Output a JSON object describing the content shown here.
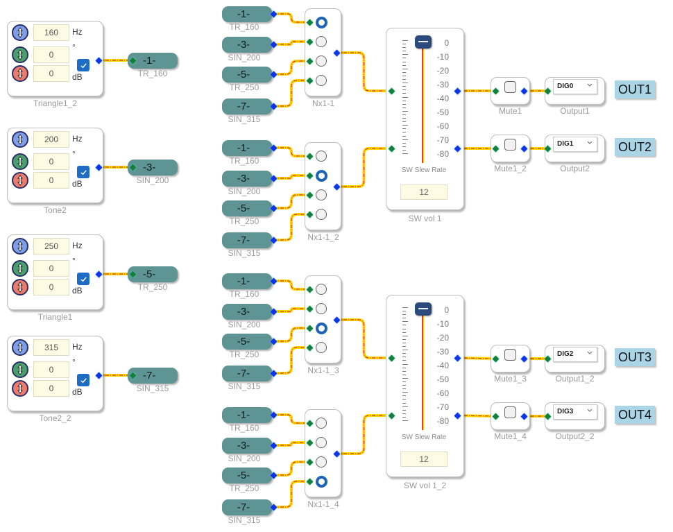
{
  "generators": [
    {
      "name": "Triangle1_2",
      "freq": "160",
      "phase": "0",
      "gain": "0",
      "enabled": true,
      "freq_unit": "Hz",
      "phase_unit": "°",
      "gain_unit": "dB",
      "bus": {
        "label": "-1-",
        "name": "TR_160"
      }
    },
    {
      "name": "Tone2",
      "freq": "200",
      "phase": "0",
      "gain": "0",
      "enabled": true,
      "freq_unit": "Hz",
      "phase_unit": "°",
      "gain_unit": "dB",
      "bus": {
        "label": "-3-",
        "name": "SIN_200"
      }
    },
    {
      "name": "Triangle1",
      "freq": "250",
      "phase": "0",
      "gain": "0",
      "enabled": true,
      "freq_unit": "Hz",
      "phase_unit": "°",
      "gain_unit": "dB",
      "bus": {
        "label": "-5-",
        "name": "TR_250"
      }
    },
    {
      "name": "Tone2_2",
      "freq": "315",
      "phase": "0",
      "gain": "0",
      "enabled": true,
      "freq_unit": "Hz",
      "phase_unit": "°",
      "gain_unit": "dB",
      "bus": {
        "label": "-7-",
        "name": "SIN_315"
      }
    }
  ],
  "mux_inputs": [
    {
      "label": "-1-",
      "name": "TR_160"
    },
    {
      "label": "-3-",
      "name": "SIN_200"
    },
    {
      "label": "-5-",
      "name": "TR_250"
    },
    {
      "label": "-7-",
      "name": "SIN_315"
    }
  ],
  "muxes": [
    {
      "name": "Nx1-1",
      "selected": 0
    },
    {
      "name": "Nx1-1_2",
      "selected": 1
    },
    {
      "name": "Nx1-1_3",
      "selected": 2
    },
    {
      "name": "Nx1-1_4",
      "selected": 3
    }
  ],
  "faders": [
    {
      "name": "SW vol 1",
      "slew_label": "SW Slew Rate",
      "slew_value": "12",
      "level_db": 0,
      "scale": [
        "0",
        "-10",
        "-20",
        "-30",
        "-40",
        "-50",
        "-60",
        "-70",
        "-80"
      ]
    },
    {
      "name": "SW vol 1_2",
      "slew_label": "SW Slew Rate",
      "slew_value": "12",
      "level_db": 0,
      "scale": [
        "0",
        "-10",
        "-20",
        "-30",
        "-40",
        "-50",
        "-60",
        "-70",
        "-80"
      ]
    }
  ],
  "outputs": [
    {
      "mute": "Mute1",
      "mute_checked": false,
      "output": "Output1",
      "channel": "DIG0",
      "label": "OUT1"
    },
    {
      "mute": "Mute1_2",
      "mute_checked": false,
      "output": "Output2",
      "channel": "DIG1",
      "label": "OUT2"
    },
    {
      "mute": "Mute1_3",
      "mute_checked": false,
      "output": "Output1_2",
      "channel": "DIG2",
      "label": "OUT3"
    },
    {
      "mute": "Mute1_4",
      "mute_checked": false,
      "output": "Output2_2",
      "channel": "DIG3",
      "label": "OUT4"
    }
  ],
  "colors": {
    "wire_outer": "#ffd400",
    "wire_inner": "#d23b1e",
    "pin_out": "#0f35e8",
    "pin_in": "#15803d",
    "bus": "#5e9594",
    "radio_selected": "#1f63b5",
    "out_label_bg": "#a9d5e6"
  }
}
